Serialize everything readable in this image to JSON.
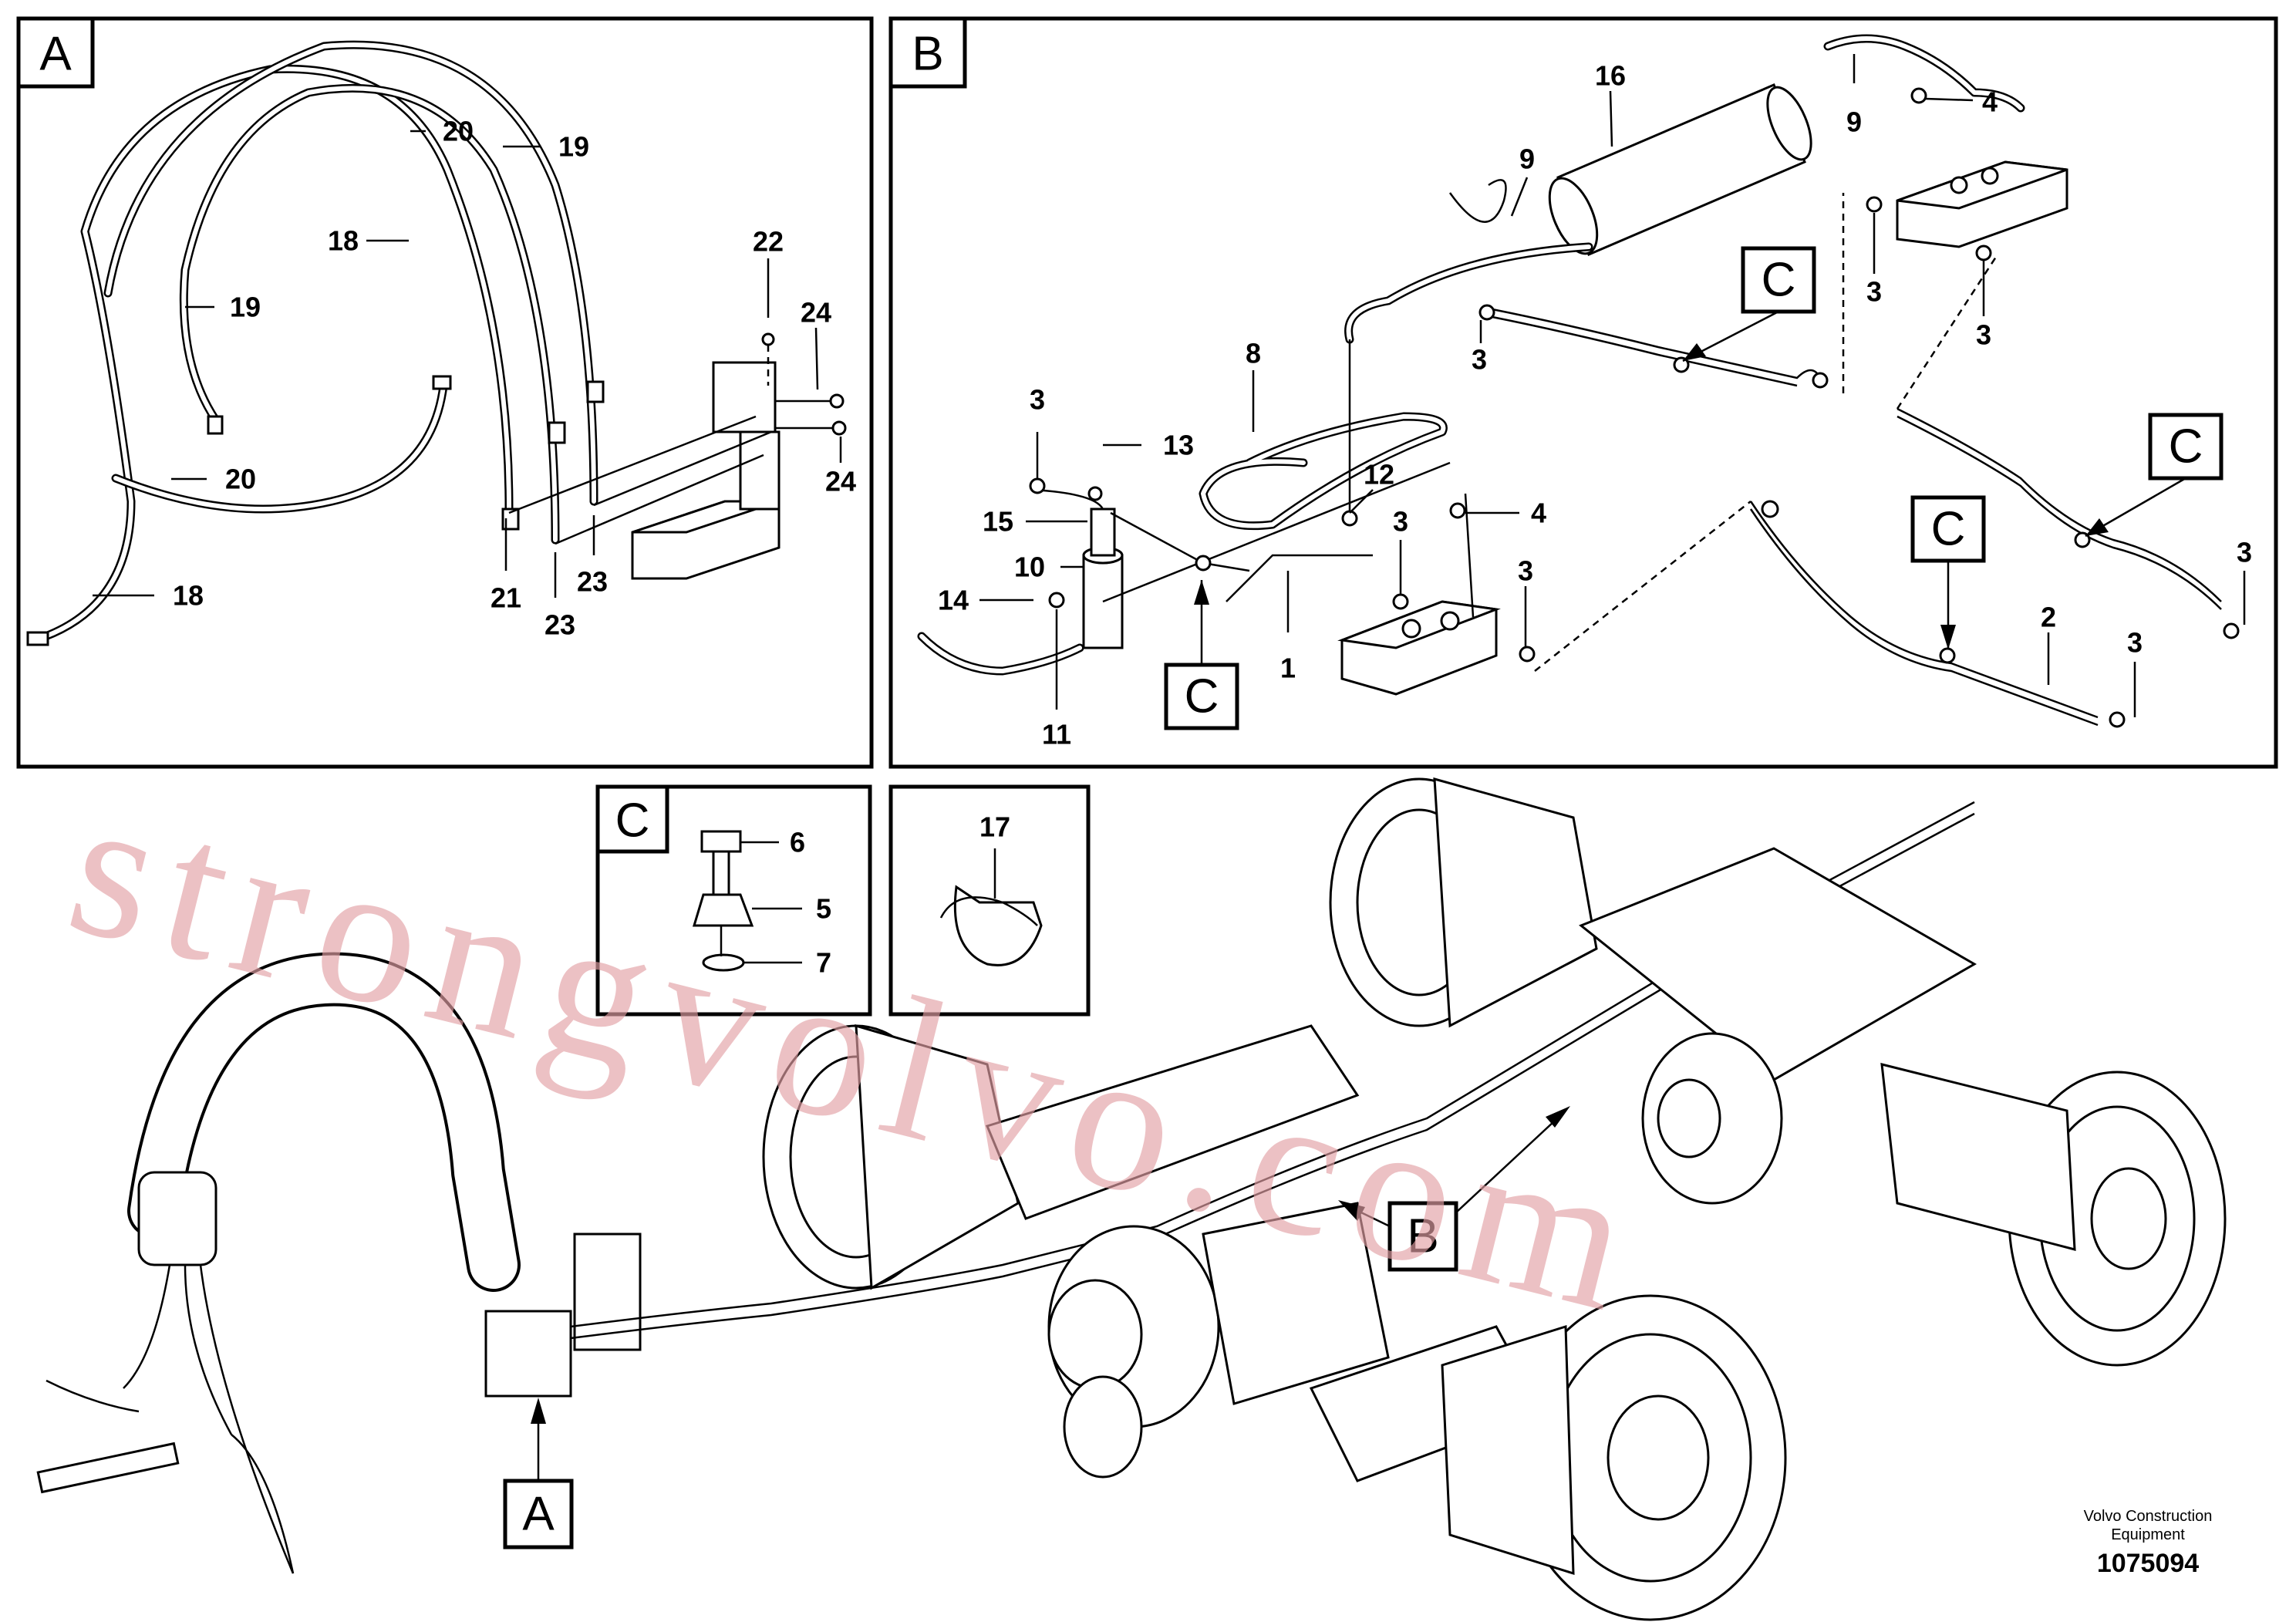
{
  "panels": {
    "A": {
      "tag": "A",
      "callouts": {
        "c18a": "18",
        "c18b": "18",
        "c19a": "19",
        "c19b": "19",
        "c20a": "20",
        "c20b": "20",
        "c21": "21",
        "c22": "22",
        "c23a": "23",
        "c23b": "23",
        "c24a": "24",
        "c24b": "24"
      }
    },
    "B": {
      "tag": "B",
      "callouts": {
        "c1": "1",
        "c2": "2",
        "c3a": "3",
        "c3b": "3",
        "c3c": "3",
        "c3d": "3",
        "c3e": "3",
        "c3f": "3",
        "c3g": "3",
        "c3h": "3",
        "c4a": "4",
        "c4b": "4",
        "c8": "8",
        "c9a": "9",
        "c9b": "9",
        "c10": "10",
        "c11": "11",
        "c12": "12",
        "c13": "13",
        "c14": "14",
        "c15": "15",
        "c16": "16"
      },
      "sub_tags": {
        "ca": "C",
        "cb": "C",
        "cc": "C",
        "cd": "C"
      }
    },
    "C": {
      "tag": "C",
      "callouts": {
        "c5": "5",
        "c6": "6",
        "c7": "7"
      }
    },
    "D": {
      "callouts": {
        "c17": "17"
      }
    }
  },
  "main": {
    "tag_a": "A",
    "tag_b": "B"
  },
  "watermark": "strongvolvo.com",
  "footer": {
    "brand_line1": "Volvo Construction",
    "brand_line2": "Equipment",
    "drawing_number": "1075094"
  }
}
